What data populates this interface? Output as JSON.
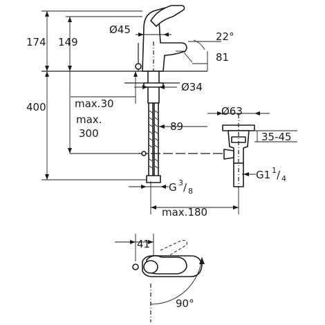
{
  "dimensions": {
    "height_total": "174",
    "height_spout": "149",
    "body_diameter": "Ø45",
    "spout_angle": "22°",
    "spout_projection": "81",
    "hole_diameter": "Ø34",
    "deck_thickness_max": "max.30",
    "overall_below": "400",
    "rod_length_max_line1": "max.",
    "rod_length_max_line2": "300",
    "rod_offset": "89",
    "waste_diameter": "Ø63",
    "basin_thickness": "35-45",
    "waste_thread_main": "G1",
    "waste_thread_num": "1",
    "waste_thread_den": "4",
    "supply_thread_main": "G",
    "supply_thread_num": "3",
    "supply_thread_den": "8",
    "drain_offset_max": "max.180",
    "handle_offset": "41",
    "handle_rotation": "90°"
  }
}
